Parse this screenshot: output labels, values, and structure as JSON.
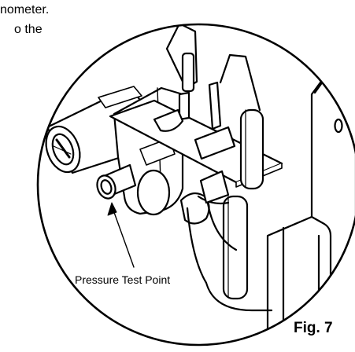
{
  "instruction_text": {
    "line1": "nometer.",
    "line2": "o the"
  },
  "callout_label": "Pressure Test Point",
  "figure_label": "Fig. 7"
}
